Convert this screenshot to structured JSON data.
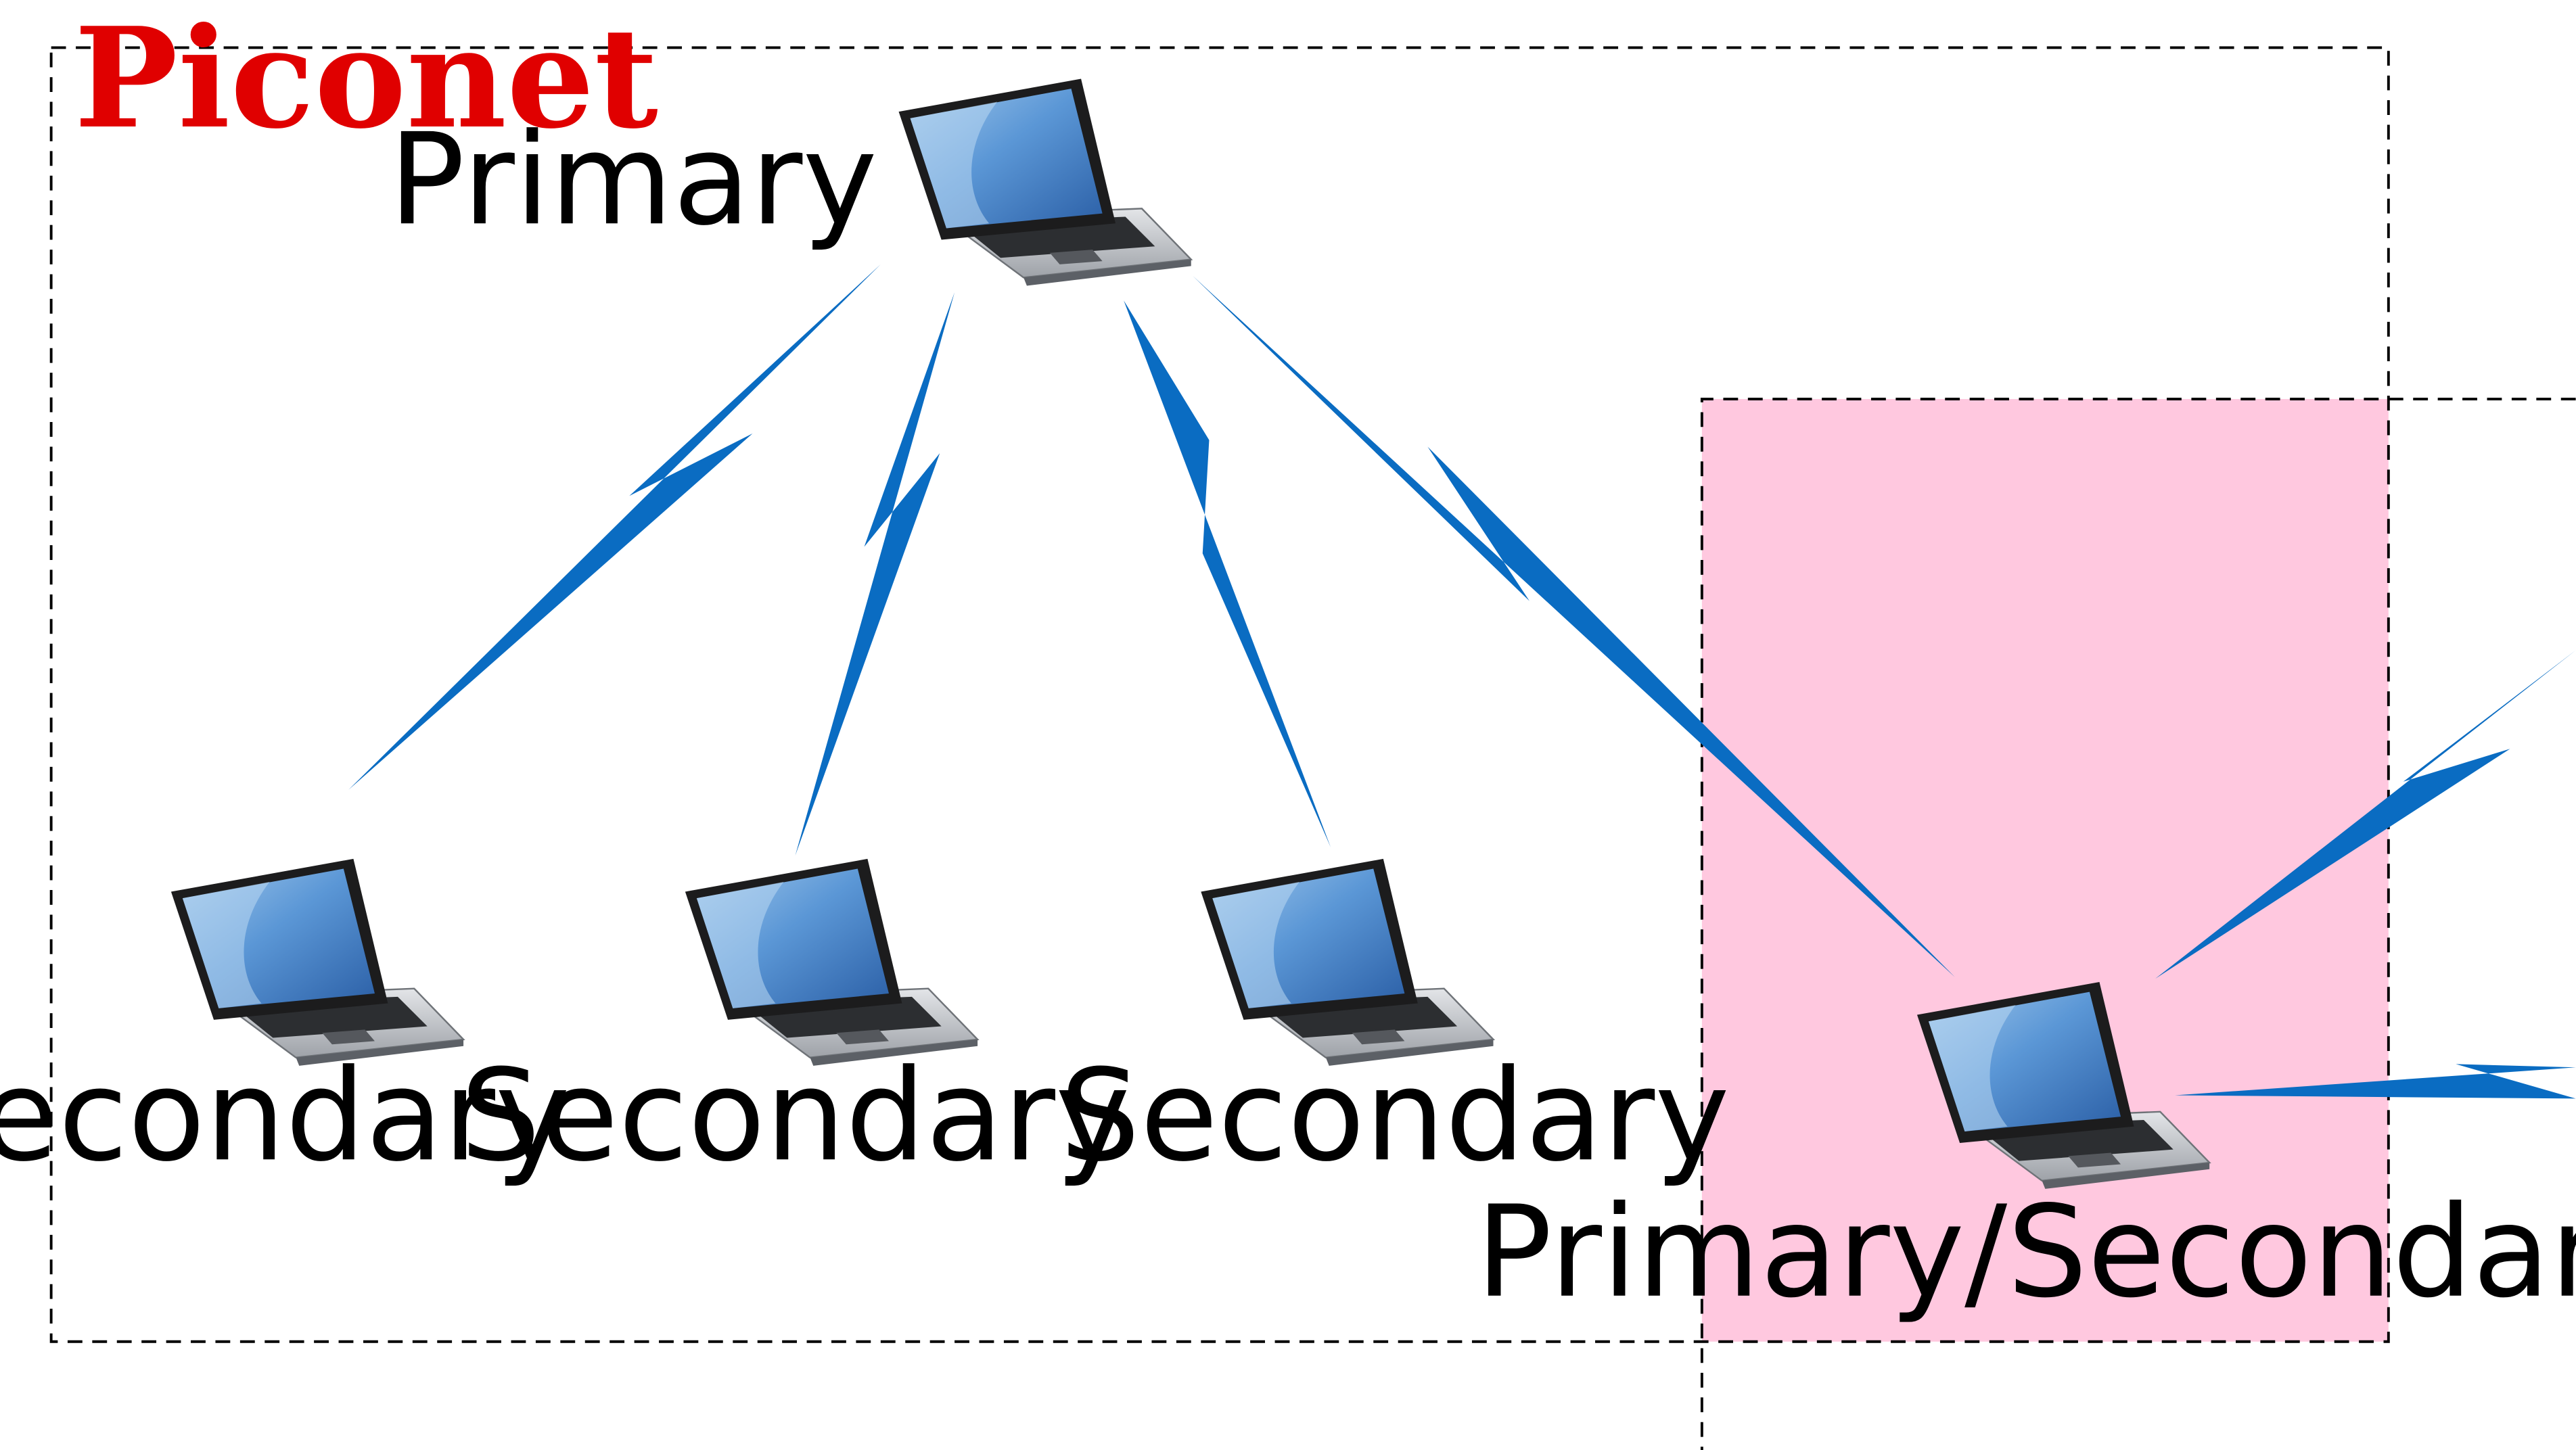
{
  "diagram": {
    "title": "Piconet",
    "labels": {
      "primary": "Primary",
      "secondary_1": "Secondary",
      "secondary_2": "Secondary",
      "secondary_3": "Secondary",
      "bridge": "Primary/Secondary"
    },
    "colors": {
      "title": "#e00000",
      "link": "#0a6cc2",
      "bridge_fill": "#ffc8df",
      "boundary": "#000000",
      "laptop_body": "#2b2b2b",
      "laptop_screen": "#3f7fc7",
      "laptop_base": "#c7c9cc"
    },
    "icons": {
      "device": "laptop-icon",
      "link": "lightning-link"
    }
  }
}
